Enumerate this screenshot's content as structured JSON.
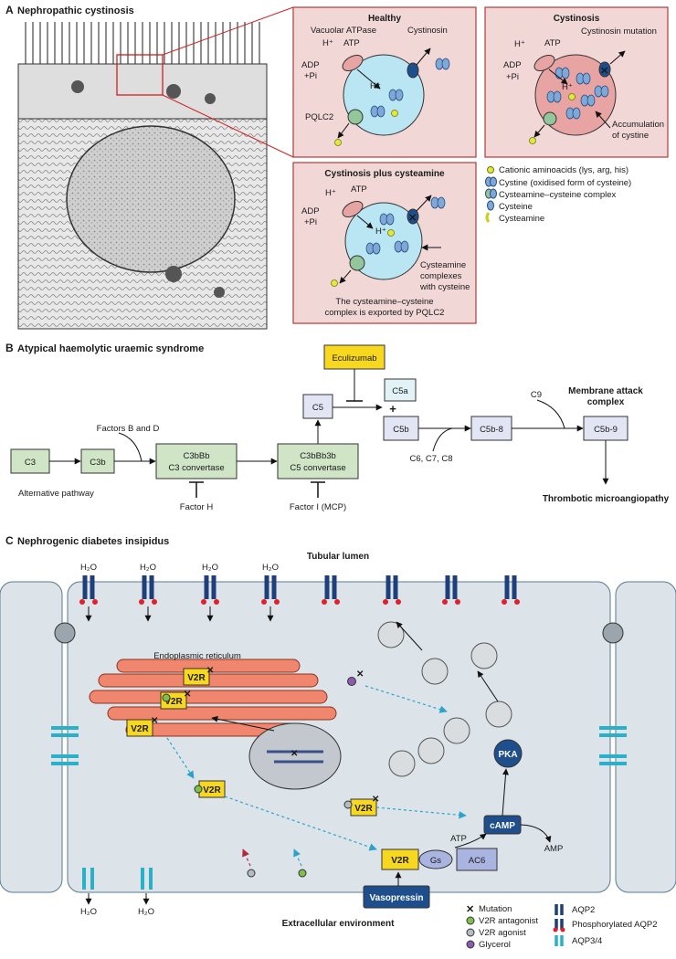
{
  "colors": {
    "inset_bg": "#f2d7d7",
    "inset_border": "#b03a3a",
    "lysosome": "#b9e6f2",
    "lysosome_disease": "#e8a3a3",
    "green_box": "#cfe5c6",
    "blue_box": "#e2e6f4",
    "yellow_box": "#f7d81f",
    "navy_box": "#1f4e8c",
    "cell_bg": "#dce4ea",
    "er_fill": "#f0866e",
    "mutation": "#e0202a"
  },
  "section_a": {
    "letter": "A",
    "title": "Nephropathic cystinosis",
    "healthy": {
      "title": "Healthy",
      "vacuolar_atpase": "Vacuolar ATPase",
      "h_plus": "H⁺",
      "atp": "ATP",
      "adp": "ADP",
      "pi": "+Pi",
      "cystinosin": "Cystinosin",
      "pqlc2": "PQLC2"
    },
    "cystinosis": {
      "title": "Cystinosis",
      "h_plus": "H⁺",
      "atp": "ATP",
      "adp": "ADP",
      "pi": "+Pi",
      "mutation": "Cystinosin mutation",
      "accumulation_1": "Accumulation",
      "accumulation_2": "of cystine"
    },
    "cysteamine": {
      "title": "Cystinosis plus cysteamine",
      "h_plus": "H⁺",
      "atp": "ATP",
      "adp": "ADP",
      "pi": "+Pi",
      "complexes_1": "Cysteamine",
      "complexes_2": "complexes",
      "complexes_3": "with cysteine",
      "export_1": "The cysteamine–cysteine",
      "export_2": "complex is exported by PQLC2"
    },
    "legend": [
      "Cationic aminoacids (lys, arg, his)",
      "Cystine (oxidised form of cysteine)",
      "Cysteamine–cysteine complex",
      "Cysteine",
      "Cysteamine"
    ]
  },
  "section_b": {
    "letter": "B",
    "title": "Atypical haemolytic uraemic syndrome",
    "eculizumab": "Eculizumab",
    "c5a": "C5a",
    "plus": "+",
    "c5": "C5",
    "c5b": "C5b",
    "c5b8": "C5b-8",
    "c5b9": "C5b-9",
    "c9": "C9",
    "mac_1": "Membrane attack",
    "mac_2": "complex",
    "c3": "C3",
    "c3b": "C3b",
    "factors_bd": "Factors B and D",
    "c3bbb_1": "C3bBb",
    "c3bbb_2": "C3 convertase",
    "c3bbb3b_1": "C3bBb3b",
    "c3bbb3b_2": "C5 convertase",
    "alt_pathway": "Alternative pathway",
    "factor_h": "Factor H",
    "factor_i": "Factor I (MCP)",
    "c6c7c8": "C6, C7, C8",
    "tma": "Thrombotic microangiopathy"
  },
  "section_c": {
    "letter": "C",
    "title": "Nephrogenic diabetes insipidus",
    "lumen": "Tubular lumen",
    "h2o": "H₂O",
    "er": "Endoplasmic reticulum",
    "v2r": "V2R",
    "pka": "PKA",
    "camp": "cAMP",
    "atp": "ATP",
    "amp": "AMP",
    "gs": "Gs",
    "ac6": "AC6",
    "vasopressin": "Vasopressin",
    "extracellular": "Extracellular environment",
    "legend_left": [
      "Mutation",
      "V2R antagonist",
      "V2R agonist",
      "Glycerol"
    ],
    "legend_right": [
      "AQP2",
      "Phosphorylated AQP2",
      "AQP3/4"
    ]
  }
}
